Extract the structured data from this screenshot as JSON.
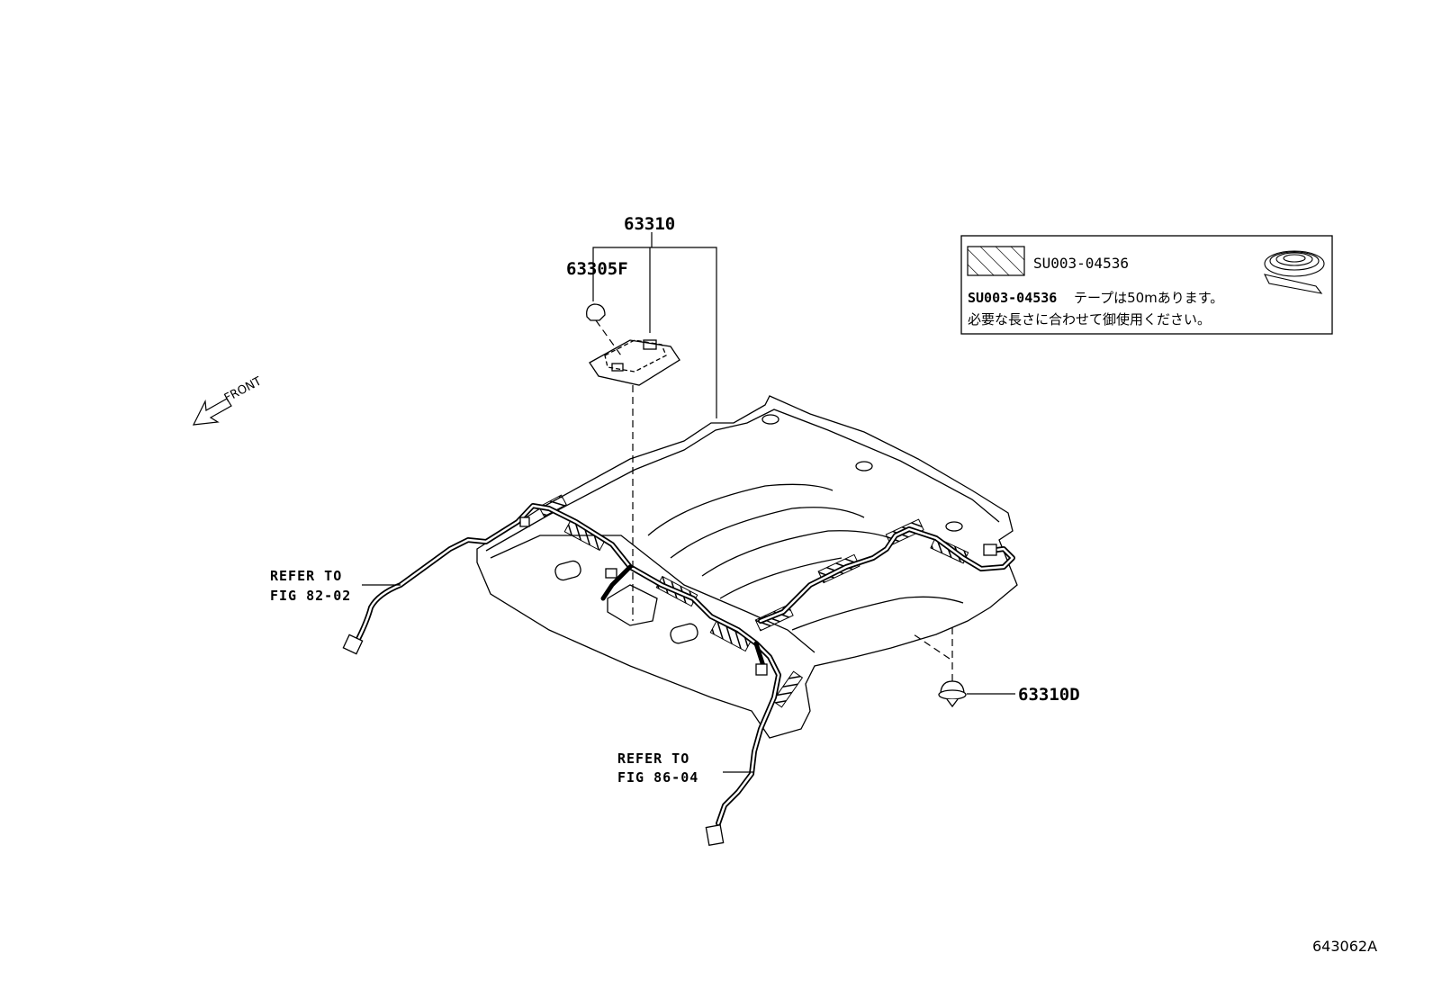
{
  "parts": {
    "p63310": "63310",
    "p63305f": "63305F",
    "p63310d": "63310D"
  },
  "direction": {
    "front": "FRONT"
  },
  "refs": [
    {
      "line1": "REFER TO",
      "line2": "FIG 82-02"
    },
    {
      "line1": "REFER TO",
      "line2": "FIG 86-04"
    }
  ],
  "legend": {
    "code": "SU003-04536",
    "note_code": "SU003-04536",
    "note_line1": "テープは50mあります。",
    "note_line2": "必要な長さに合わせて御使用ください。"
  },
  "drawing_number": "643062A",
  "colors": {
    "line": "#000000",
    "background": "#ffffff"
  }
}
